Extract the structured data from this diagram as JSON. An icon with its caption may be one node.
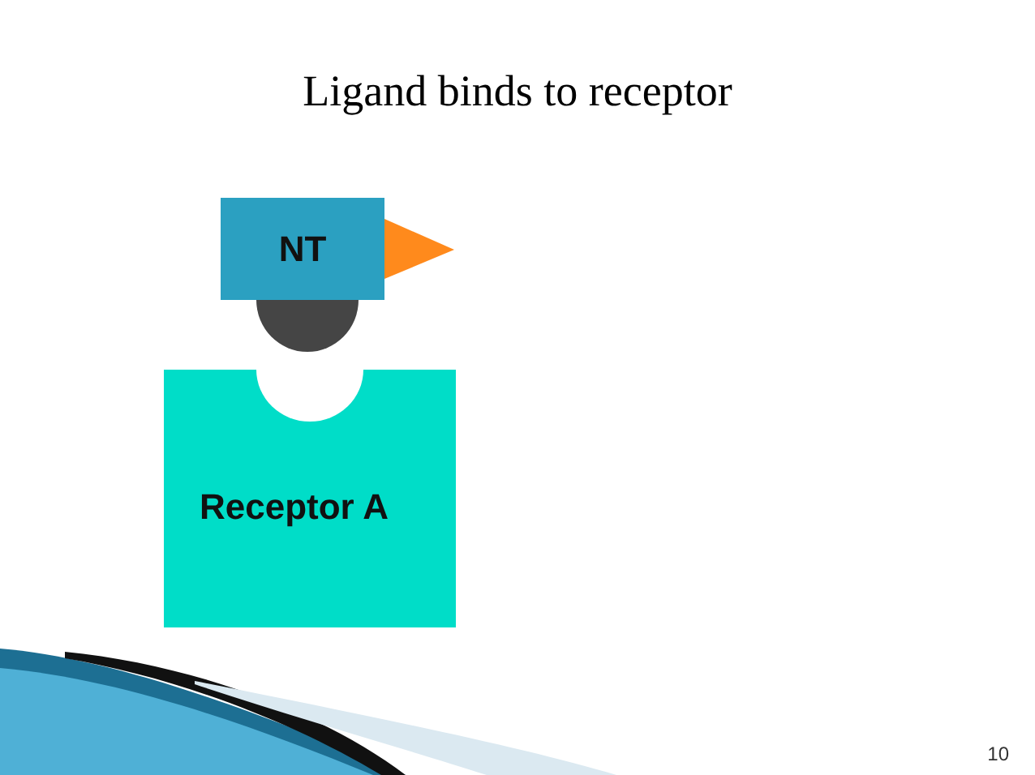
{
  "diagram": {
    "title": "Ligand binds to receptor",
    "nodes": [
      {
        "text": [
          "NT"
        ]
      },
      {
        "text": [
          "Receptor A"
        ]
      }
    ],
    "labels": [
      "10"
    ]
  }
}
